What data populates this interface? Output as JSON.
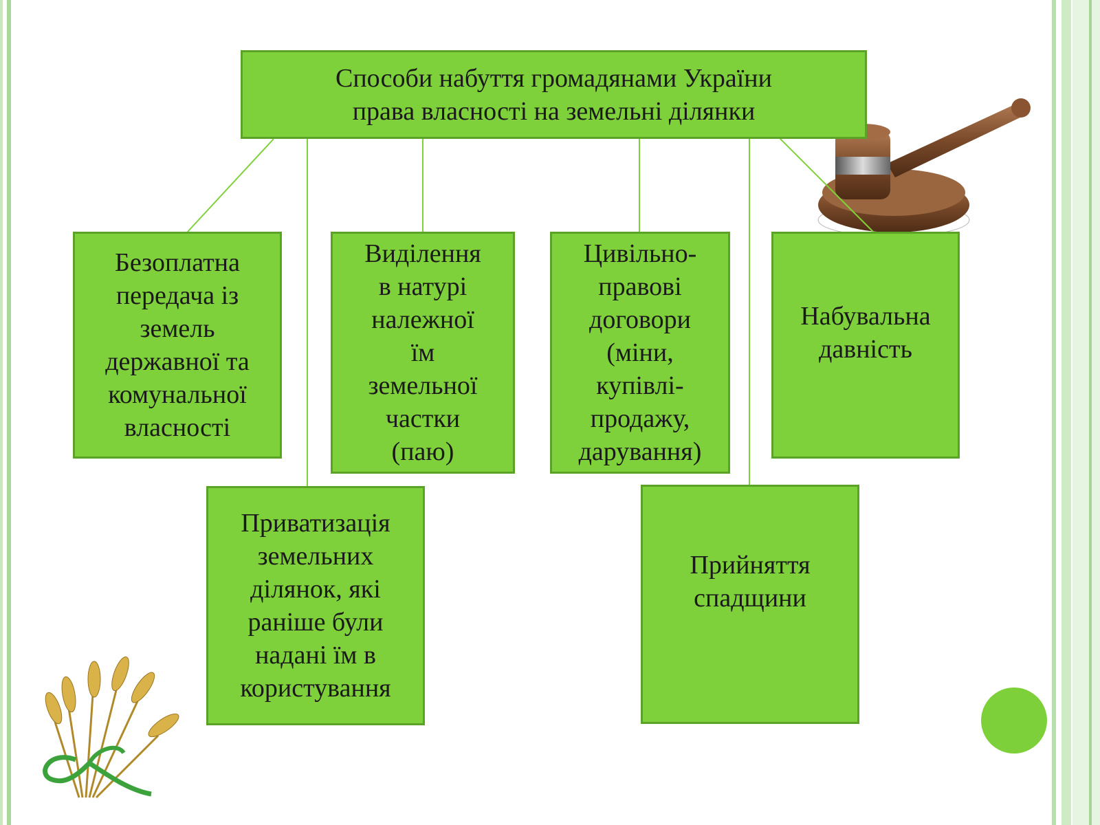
{
  "diagram": {
    "title": "Способи набуття громадянами України\nправа власності на земельні ділянки",
    "nodes": [
      {
        "id": "free-transfer",
        "label": "Безоплатна\nпередача із\nземель\nдержавної та\nкомунальної\nвласності"
      },
      {
        "id": "land-share",
        "label": "Виділення\nв натурі\nналежної\nїм\nземельної\nчастки\n(паю)"
      },
      {
        "id": "civil-contracts",
        "label": "Цивільно-\nправові\nдоговори\n(міни,\nкупівлі-\nпродажу,\nдарування)"
      },
      {
        "id": "prescription",
        "label": "Набувальна\nдавність"
      },
      {
        "id": "privatization",
        "label": "Приватизація\nземельних\nділянок, які\nраніше були\nнадані їм в\nкористування"
      },
      {
        "id": "inheritance",
        "label": "Прийняття\nспадщини"
      }
    ]
  },
  "colors": {
    "box_fill": "#7fd13b",
    "box_border": "#5aa327",
    "connector": "#7fd13b",
    "accent_circle": "#7ed03a"
  },
  "images": {
    "gavel": "judge-gavel-icon",
    "wheat": "wheat-bundle-icon"
  }
}
